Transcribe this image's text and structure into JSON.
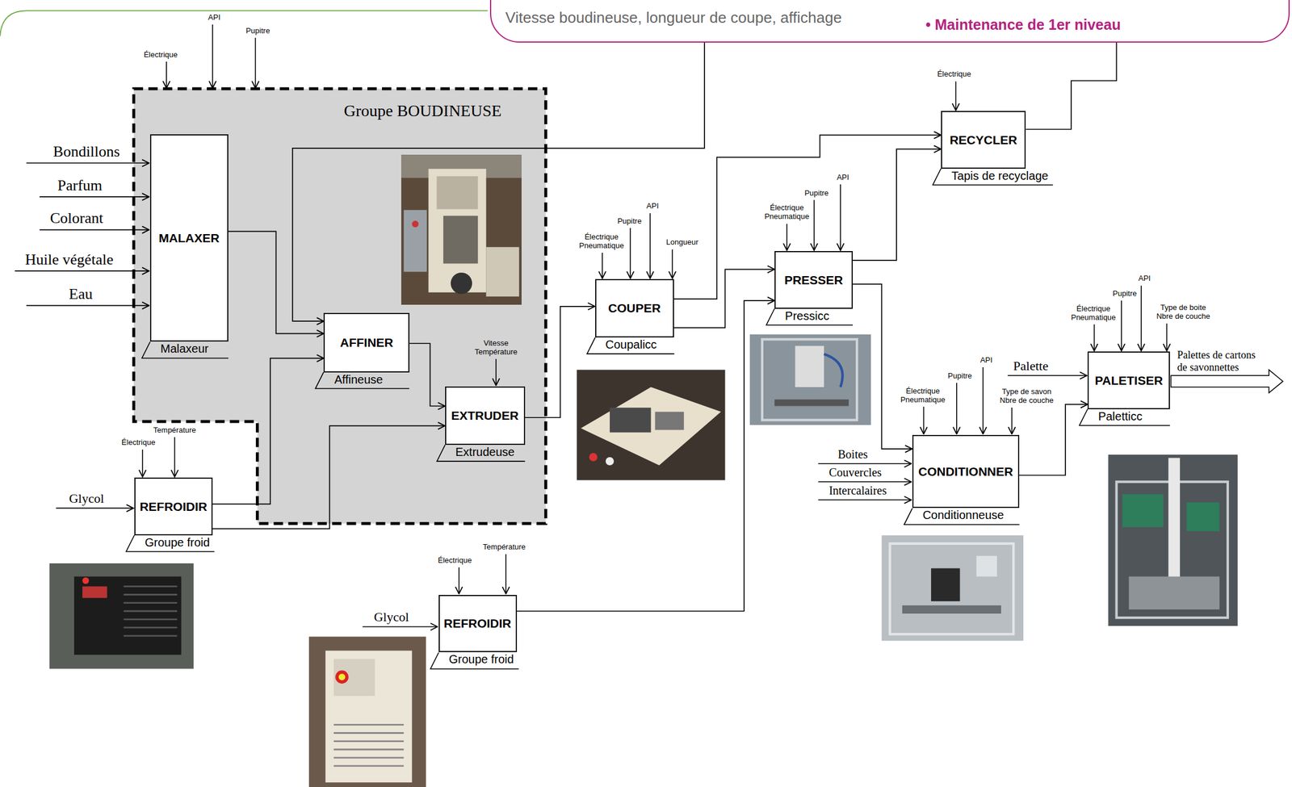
{
  "diagram": {
    "nodes": [
      {
        "text": [
          "Vitesse boudineuse, longueur de coupe, affichage",
          "• Maintenance de 1er niveau"
        ]
      },
      {
        "text": [
          "Groupe BOUDINEUSE"
        ]
      },
      {
        "text": [
          "MALAXER",
          "Malaxeur"
        ],
        "in": 1
      },
      {
        "text": [
          "AFFINER",
          "Affineuse"
        ],
        "in": 1
      },
      {
        "text": [
          "EXTRUDER",
          "Extrudeuse"
        ],
        "in": 1
      },
      {
        "text": [
          "REFROIDIR",
          "Groupe froid"
        ]
      },
      {
        "text": [
          "COUPER",
          "Coupalicc"
        ]
      },
      {
        "text": [
          "PRESSER",
          "Pressicc"
        ]
      },
      {
        "text": [
          "RECYCLER",
          "Tapis de recyclage"
        ]
      },
      {
        "text": [
          "CONDITIONNER",
          "Conditionneuse"
        ]
      },
      {
        "text": [
          "PALETISER",
          "Paletticc"
        ]
      },
      {
        "text": [
          "REFROIDIR",
          "Groupe froid"
        ]
      }
    ],
    "edges": [
      {
        "from": 2,
        "to": 3,
        "arrow": "to"
      },
      {
        "from": 8,
        "to": 3,
        "arrow": "to"
      },
      {
        "from": 5,
        "to": 3,
        "arrow": "to"
      },
      {
        "from": 5,
        "to": 4,
        "arrow": "to"
      },
      {
        "from": 3,
        "to": 4,
        "arrow": "to"
      },
      {
        "from": 4,
        "to": 6,
        "arrow": "to"
      },
      {
        "from": 6,
        "to": 8,
        "arrow": "to"
      },
      {
        "from": 6,
        "to": 7,
        "arrow": "to"
      },
      {
        "from": 7,
        "to": 8,
        "arrow": "to"
      },
      {
        "from": 11,
        "to": 7,
        "arrow": "to"
      },
      {
        "from": 7,
        "to": 9,
        "arrow": "to"
      },
      {
        "from": 9,
        "to": 10,
        "arrow": "to"
      }
    ],
    "labels": [
      "Électrique",
      "API",
      "Pupitre",
      "Bondillons",
      "Parfum",
      "Colorant",
      "Huile végétale",
      "Eau",
      "Vitesse Température",
      "Électrique",
      "Température",
      "Glycol",
      "Électrique Pneumatique",
      "Pupitre",
      "API",
      "Longueur",
      "Électrique Pneumatique",
      "Pupitre",
      "API",
      "Électrique",
      "Électrique Pneumatique",
      "Pupitre",
      "API",
      "Type de savon Nbre de couche",
      "Boites",
      "Couvercles",
      "Intercalaires",
      "Palette",
      "Électrique Pneumatique",
      "Pupitre",
      "API",
      "Type de boite Nbre de couche",
      "Palettes de cartons de savonnettes",
      "Électrique",
      "Température",
      "Glycol"
    ]
  }
}
